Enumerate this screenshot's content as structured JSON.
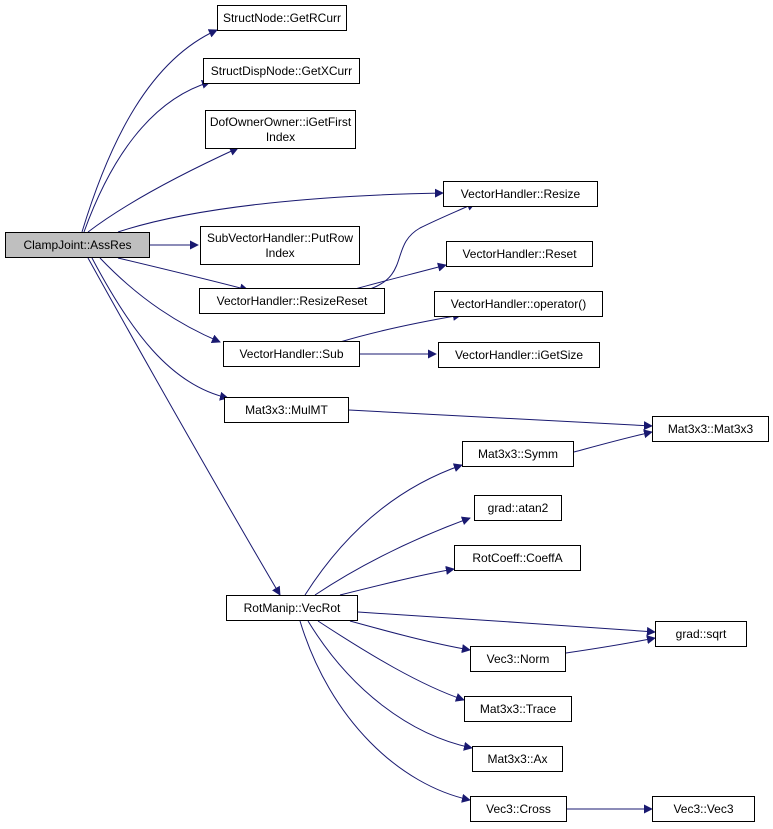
{
  "colors": {
    "edge": "#191970",
    "root_fill": "#bfbfbf",
    "node_fill": "#ffffff",
    "border": "#000000"
  },
  "nodes": {
    "root": [
      "ClampJoint::AssRes"
    ],
    "getrcurr": [
      "StructNode::GetRCurr"
    ],
    "getxcurr": [
      "StructDispNode::GetXCurr"
    ],
    "igetfirstindex": [
      "DofOwnerOwner::iGetFirst",
      "Index"
    ],
    "resize": [
      "VectorHandler::Resize"
    ],
    "putrowindex": [
      "SubVectorHandler::PutRow",
      "Index"
    ],
    "reset": [
      "VectorHandler::Reset"
    ],
    "resizereset": [
      "VectorHandler::ResizeReset"
    ],
    "operator": [
      "VectorHandler::operator()"
    ],
    "sub": [
      "VectorHandler::Sub"
    ],
    "igetsize": [
      "VectorHandler::iGetSize"
    ],
    "mulmt": [
      "Mat3x3::MulMT"
    ],
    "mat3x3": [
      "Mat3x3::Mat3x3"
    ],
    "symm": [
      "Mat3x3::Symm"
    ],
    "atan2": [
      "grad::atan2"
    ],
    "coeffa": [
      "RotCoeff::CoeffA"
    ],
    "vecrot": [
      "RotManip::VecRot"
    ],
    "sqrt": [
      "grad::sqrt"
    ],
    "norm": [
      "Vec3::Norm"
    ],
    "trace": [
      "Mat3x3::Trace"
    ],
    "ax": [
      "Mat3x3::Ax"
    ],
    "cross": [
      "Vec3::Cross"
    ],
    "vec3": [
      "Vec3::Vec3"
    ]
  }
}
